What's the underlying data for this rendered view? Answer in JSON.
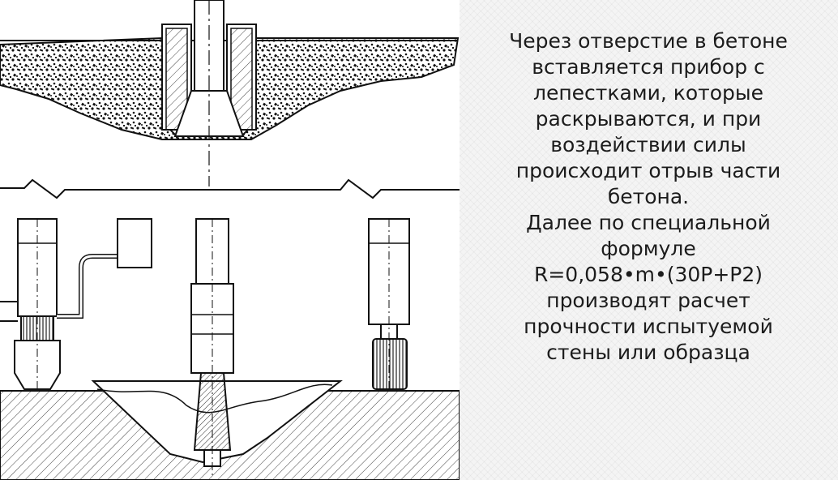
{
  "slide": {
    "paragraph_1_lines": [
      "Через отверстие в бетоне",
      "вставляется прибор с",
      "лепестками, которые",
      "раскрываются, и при",
      "воздействии силы",
      "происходит отрыв части",
      "бетона."
    ],
    "paragraph_2_lines": [
      "Далее по специальной",
      "формуле",
      "R=0,058•m•(30P+P2)",
      "производят расчет",
      "прочности испытуемой",
      "стены или образца"
    ]
  },
  "colors": {
    "background": "#f4f4f4",
    "text": "#1c1c1c",
    "ink": "#111111"
  }
}
